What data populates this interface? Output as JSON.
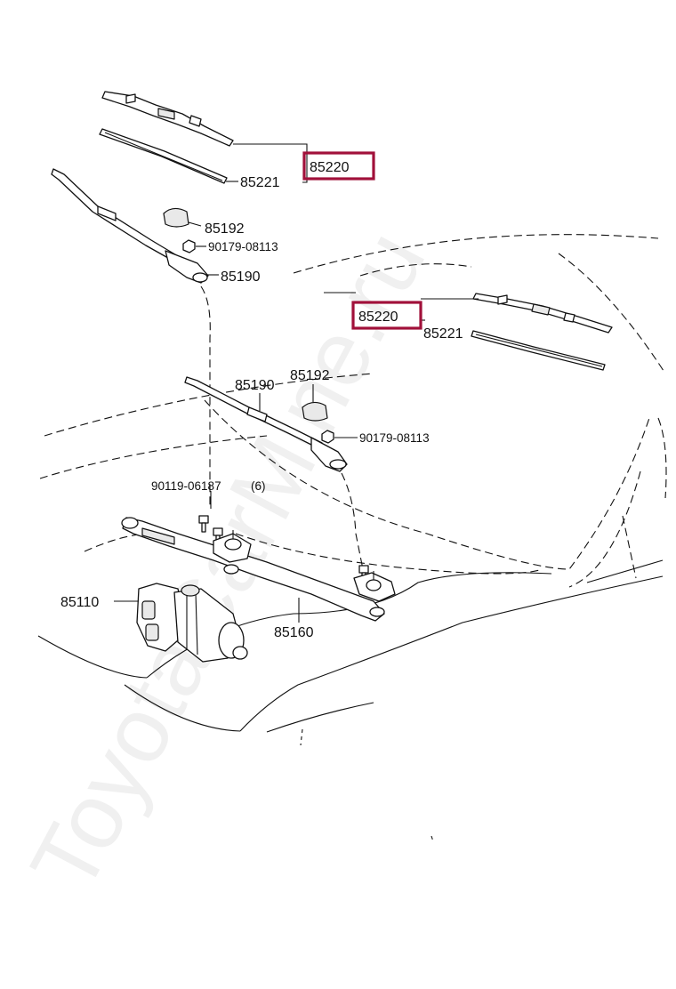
{
  "watermark": "ToyotaCarMine.ru",
  "parts": {
    "blade_upper": "85220",
    "refill_upper": "85221",
    "cap_upper": "85192",
    "nut_upper": "90179-08113",
    "arm_upper": "85190",
    "blade_right": "85220",
    "refill_right": "85221",
    "arm_lower": "85190",
    "cap_lower": "85192",
    "nut_lower": "90179-08113",
    "bolt": "90119-06187",
    "bolt_qty": "(6)",
    "motor": "85110",
    "link": "85160"
  },
  "highlight_color": "#a1103a"
}
